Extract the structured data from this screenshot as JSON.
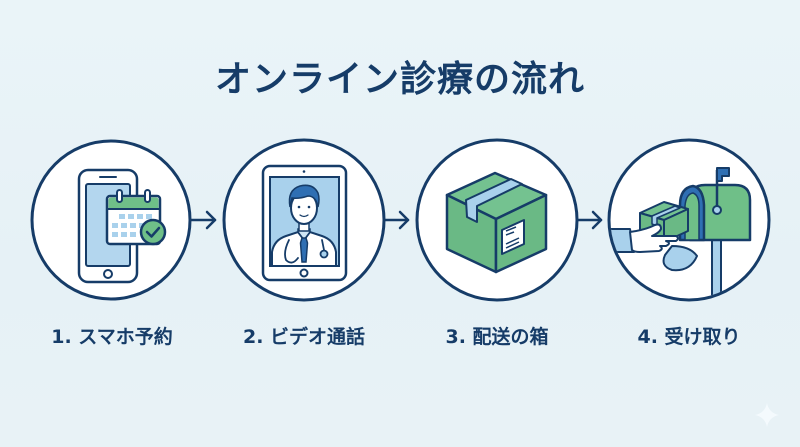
{
  "title": "オンライン診療の流れ",
  "colors": {
    "navy": "#163c68",
    "background": "#e8f3f7",
    "light_blue": "#a9d1ec",
    "blue": "#3f7fc0",
    "green": "#6fbf88",
    "white": "#ffffff"
  },
  "steps": [
    {
      "number": "1.",
      "label": "1. スマホ予約",
      "icon": "smartphone-calendar-check-icon"
    },
    {
      "number": "2.",
      "label": "2. ビデオ通話",
      "icon": "tablet-doctor-video-call-icon"
    },
    {
      "number": "3.",
      "label": "3. 配送の箱",
      "icon": "shipping-box-icon"
    },
    {
      "number": "4.",
      "label": "4. 受け取り",
      "icon": "hand-mailbox-receive-icon"
    }
  ],
  "connectors": [
    "arrow-right",
    "arrow-right",
    "arrow-right"
  ],
  "decorations": [
    "sparkle-icon"
  ]
}
